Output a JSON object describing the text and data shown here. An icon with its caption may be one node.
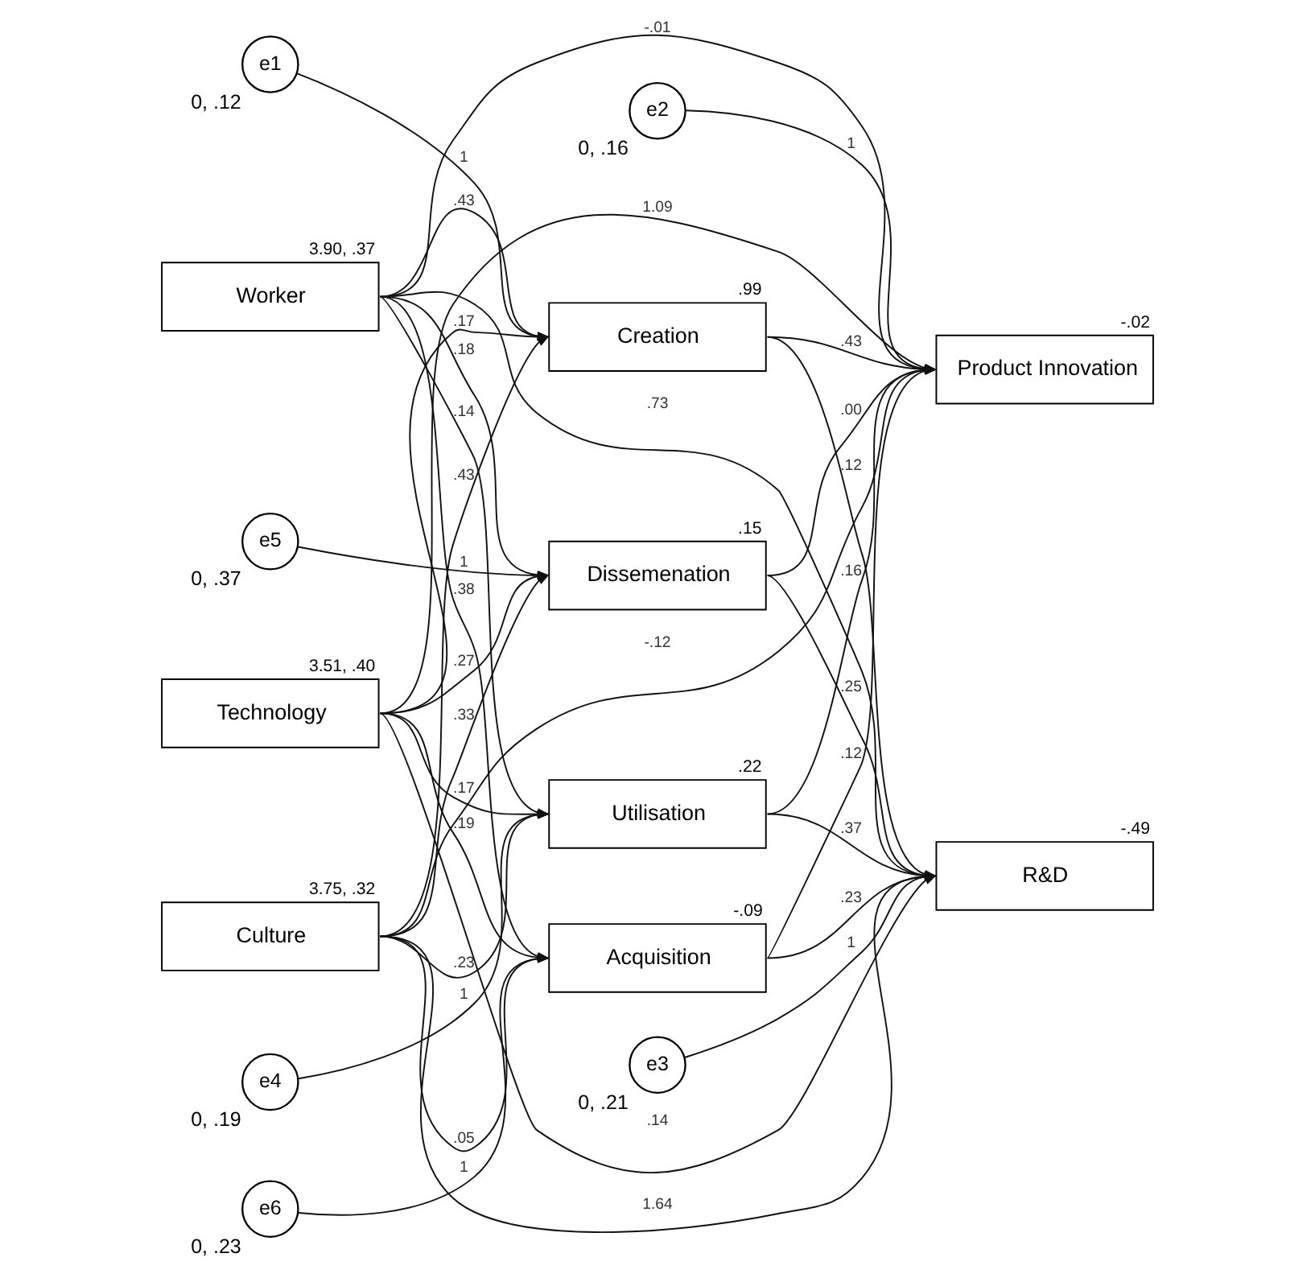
{
  "diagram": {
    "nodes": [
      {
        "text": [
          "Worker"
        ],
        "beside": [
          "3.90, .37"
        ]
      },
      {
        "text": [
          "Technology"
        ],
        "beside": [
          "3.51, .40"
        ]
      },
      {
        "text": [
          "Culture"
        ],
        "beside": [
          "3.75, .32"
        ]
      },
      {
        "text": [
          "Creation"
        ],
        "beside": [
          ".99"
        ]
      },
      {
        "text": [
          "Acquisition"
        ],
        "beside": [
          "-.09"
        ]
      },
      {
        "text": [
          "Dissemenation"
        ],
        "beside": [
          ".15"
        ]
      },
      {
        "text": [
          "Utilisation"
        ],
        "beside": [
          ".22"
        ]
      },
      {
        "text": [
          "Product Innovation"
        ],
        "beside": [
          "-.02"
        ]
      },
      {
        "text": [
          "R&D"
        ],
        "beside": [
          "-.49"
        ]
      },
      {
        "text": [
          "e1"
        ],
        "beside": [
          "0, .12"
        ]
      },
      {
        "text": [
          "e2"
        ],
        "beside": [
          "0, .16"
        ]
      },
      {
        "text": [
          "e3"
        ],
        "beside": [
          "0, .21"
        ]
      },
      {
        "text": [
          "e4"
        ],
        "beside": [
          "0, .19"
        ]
      },
      {
        "text": [
          "e5"
        ],
        "beside": [
          "0, .37"
        ]
      },
      {
        "text": [
          "e6"
        ],
        "beside": [
          "0, .23"
        ]
      }
    ],
    "edges": [
      {
        "from": 0,
        "to": 3,
        "arrow": "to",
        "label": ".43"
      },
      {
        "from": 0,
        "to": 7,
        "arrow": "to",
        "label": "-.01"
      },
      {
        "from": 0,
        "to": 4,
        "arrow": "to",
        "label": ".38"
      },
      {
        "from": 0,
        "to": 5,
        "arrow": "to",
        "label": ".18"
      },
      {
        "from": 0,
        "to": 8,
        "arrow": "to",
        "label": ".73"
      },
      {
        "from": 0,
        "to": 6,
        "arrow": "to",
        "label": ".14"
      },
      {
        "from": 1,
        "to": 3,
        "arrow": "to",
        "label": ".17"
      },
      {
        "from": 1,
        "to": 4,
        "arrow": "to",
        "label": ".19"
      },
      {
        "from": 1,
        "to": 7,
        "arrow": "to",
        "label": "1.09"
      },
      {
        "from": 1,
        "to": 5,
        "arrow": "to",
        "label": ".27"
      },
      {
        "from": 1,
        "to": 6,
        "arrow": "to",
        "label": ".17"
      },
      {
        "from": 1,
        "to": 8,
        "arrow": "to",
        "label": ".14"
      },
      {
        "from": 2,
        "to": 3,
        "arrow": "to",
        "label": ".43"
      },
      {
        "from": 2,
        "to": 4,
        "arrow": "to",
        "label": ".05"
      },
      {
        "from": 2,
        "to": 7,
        "arrow": "to",
        "label": "-.12"
      },
      {
        "from": 2,
        "to": 5,
        "arrow": "to",
        "label": ".33"
      },
      {
        "from": 2,
        "to": 8,
        "arrow": "to",
        "label": "1.64"
      },
      {
        "from": 2,
        "to": 6,
        "arrow": "to",
        "label": ".23"
      },
      {
        "from": 3,
        "to": 7,
        "arrow": "to",
        "label": ".43"
      },
      {
        "from": 3,
        "to": 8,
        "arrow": "to",
        "label": ".12"
      },
      {
        "from": 4,
        "to": 7,
        "arrow": "to",
        "label": ".12"
      },
      {
        "from": 4,
        "to": 8,
        "arrow": "to",
        "label": ".23"
      },
      {
        "from": 5,
        "to": 7,
        "arrow": "to",
        "label": ".00"
      },
      {
        "from": 5,
        "to": 8,
        "arrow": "to",
        "label": ".25"
      },
      {
        "from": 6,
        "to": 7,
        "arrow": "to",
        "label": ".16"
      },
      {
        "from": 6,
        "to": 8,
        "arrow": "to",
        "label": ".37"
      },
      {
        "from": 9,
        "to": 3,
        "arrow": "to",
        "label": "1"
      },
      {
        "from": 10,
        "to": 7,
        "arrow": "to",
        "label": "1"
      },
      {
        "from": 11,
        "to": 8,
        "arrow": "to",
        "label": "1"
      },
      {
        "from": 12,
        "to": 6,
        "arrow": "to",
        "label": "1"
      },
      {
        "from": 13,
        "to": 5,
        "arrow": "to",
        "label": "1"
      },
      {
        "from": 14,
        "to": 4,
        "arrow": "to",
        "label": "1"
      }
    ]
  }
}
